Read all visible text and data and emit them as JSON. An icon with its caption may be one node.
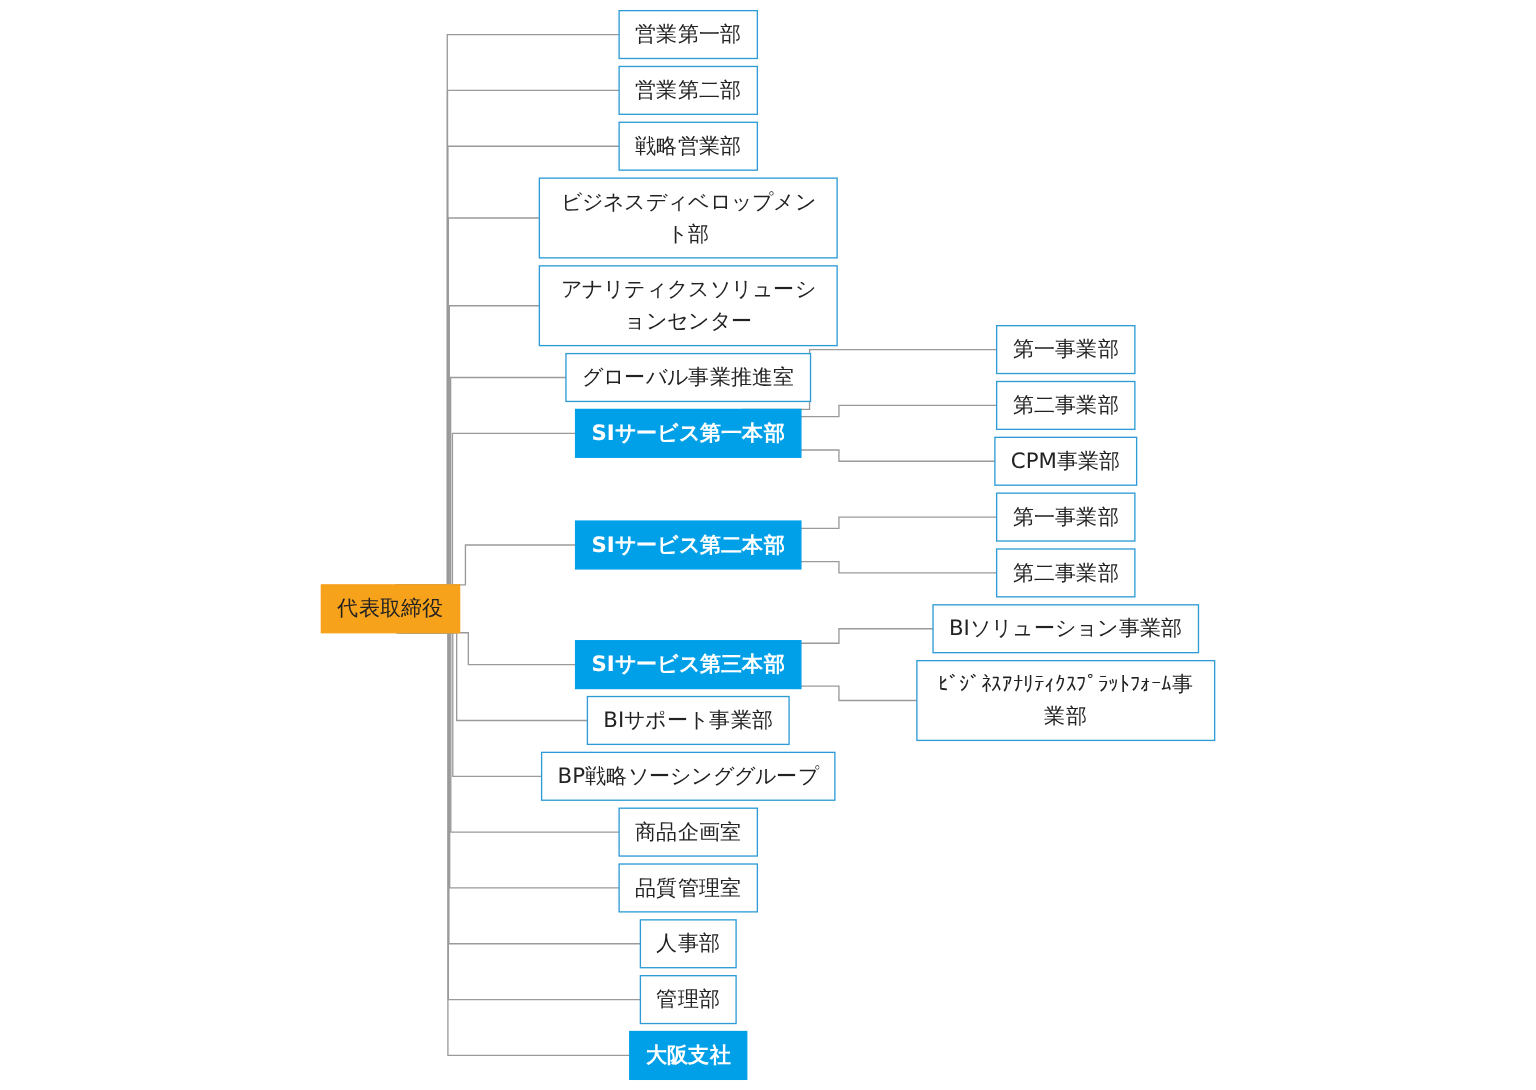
{
  "diagram": {
    "nodes": [
      {
        "text": [
          "代表取締役"
        ]
      },
      {
        "text": [
          "営業第一部"
        ]
      },
      {
        "text": [
          "営業第二部"
        ]
      },
      {
        "text": [
          "戦略営業部"
        ]
      },
      {
        "text": [
          "ビジネスディベロップメント部"
        ]
      },
      {
        "text": [
          "アナリティクスソリューションセンター"
        ]
      },
      {
        "text": [
          "グローバル事業推進室"
        ]
      },
      {
        "text": [
          "SIサービス第一本部"
        ]
      },
      {
        "text": [
          "第一事業部"
        ]
      },
      {
        "text": [
          "第二事業部"
        ]
      },
      {
        "text": [
          "CPM事業部"
        ]
      },
      {
        "text": [
          "SIサービス第二本部"
        ]
      },
      {
        "text": [
          "第一事業部"
        ]
      },
      {
        "text": [
          "第二事業部"
        ]
      },
      {
        "text": [
          "SIサービス第三本部"
        ]
      },
      {
        "text": [
          "BIソリューション事業部"
        ]
      },
      {
        "text": [
          "ﾋﾞｼﾞﾈｽｱﾅﾘﾃｨｸｽﾌﾟﾗｯﾄﾌｫｰﾑ事業部"
        ]
      },
      {
        "text": [
          "BIサポート事業部"
        ]
      },
      {
        "text": [
          "BP戦略ソーシンググループ"
        ]
      },
      {
        "text": [
          "商品企画室"
        ]
      },
      {
        "text": [
          "品質管理室"
        ]
      },
      {
        "text": [
          "人事部"
        ]
      },
      {
        "text": [
          "管理部"
        ]
      },
      {
        "text": [
          "大阪支社"
        ]
      }
    ],
    "edges": [
      {
        "from": 0,
        "to": 1,
        "arrow": "none"
      },
      {
        "from": 0,
        "to": 2,
        "arrow": "none"
      },
      {
        "from": 0,
        "to": 3,
        "arrow": "none"
      },
      {
        "from": 0,
        "to": 4,
        "arrow": "none"
      },
      {
        "from": 0,
        "to": 5,
        "arrow": "none"
      },
      {
        "from": 0,
        "to": 6,
        "arrow": "none"
      },
      {
        "from": 0,
        "to": 7,
        "arrow": "none"
      },
      {
        "from": 7,
        "to": 8,
        "arrow": "none"
      },
      {
        "from": 7,
        "to": 9,
        "arrow": "none"
      },
      {
        "from": 7,
        "to": 10,
        "arrow": "none"
      },
      {
        "from": 0,
        "to": 11,
        "arrow": "none"
      },
      {
        "from": 11,
        "to": 12,
        "arrow": "none"
      },
      {
        "from": 11,
        "to": 13,
        "arrow": "none"
      },
      {
        "from": 0,
        "to": 14,
        "arrow": "none"
      },
      {
        "from": 14,
        "to": 15,
        "arrow": "none"
      },
      {
        "from": 14,
        "to": 16,
        "arrow": "none"
      },
      {
        "from": 0,
        "to": 17,
        "arrow": "none"
      },
      {
        "from": 0,
        "to": 18,
        "arrow": "none"
      },
      {
        "from": 0,
        "to": 19,
        "arrow": "none"
      },
      {
        "from": 0,
        "to": 20,
        "arrow": "none"
      },
      {
        "from": 0,
        "to": 21,
        "arrow": "none"
      },
      {
        "from": 0,
        "to": 22,
        "arrow": "none"
      },
      {
        "from": 0,
        "to": 23,
        "arrow": "none"
      }
    ]
  }
}
